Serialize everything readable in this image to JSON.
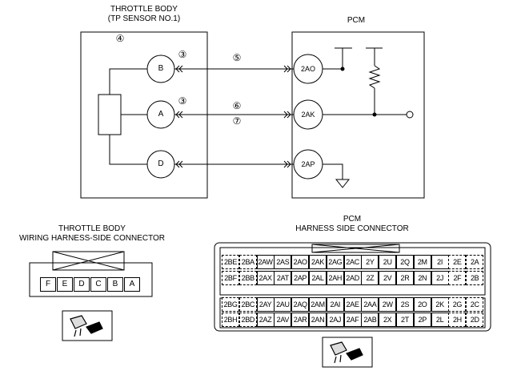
{
  "throttle_body": {
    "title_line1": "THROTTLE BODY",
    "title_line2": "(TP SENSOR NO.1)",
    "callout_body": "④",
    "pins": [
      "B",
      "A",
      "D"
    ],
    "callouts": [
      "③",
      "③"
    ]
  },
  "wires": {
    "callout_b": "⑤",
    "callout_a1": "⑥",
    "callout_a2": "⑦"
  },
  "pcm": {
    "title": "PCM",
    "terminals": [
      "2AO",
      "2AK",
      "2AP"
    ]
  },
  "tb_connector": {
    "title_line1": "THROTTLE BODY",
    "title_line2": "WIRING HARNESS-SIDE CONNECTOR",
    "pins": [
      "F",
      "E",
      "D",
      "C",
      "B",
      "A"
    ]
  },
  "pcm_connector": {
    "title_line1": "PCM",
    "title_line2": "HARNESS SIDE CONNECTOR",
    "rows": [
      [
        "2BE",
        "2BA",
        "2AW",
        "2AS",
        "2AO",
        "2AK",
        "2AG",
        "2AC",
        "2Y",
        "2U",
        "2Q",
        "2M",
        "2I",
        "2E",
        "2A"
      ],
      [
        "2BF",
        "2BB",
        "2AX",
        "2AT",
        "2AP",
        "2AL",
        "2AH",
        "2AD",
        "2Z",
        "2V",
        "2R",
        "2N",
        "2J",
        "2F",
        "2B"
      ],
      [
        "2BG",
        "2BC",
        "2AY",
        "2AU",
        "2AQ",
        "2AM",
        "2AI",
        "2AE",
        "2AA",
        "2W",
        "2S",
        "2O",
        "2K",
        "2G",
        "2C"
      ],
      [
        "2BH",
        "2BD",
        "2AZ",
        "2AV",
        "2AR",
        "2AN",
        "2AJ",
        "2AF",
        "2AB",
        "2X",
        "2T",
        "2P",
        "2L",
        "2H",
        "2D"
      ]
    ]
  }
}
